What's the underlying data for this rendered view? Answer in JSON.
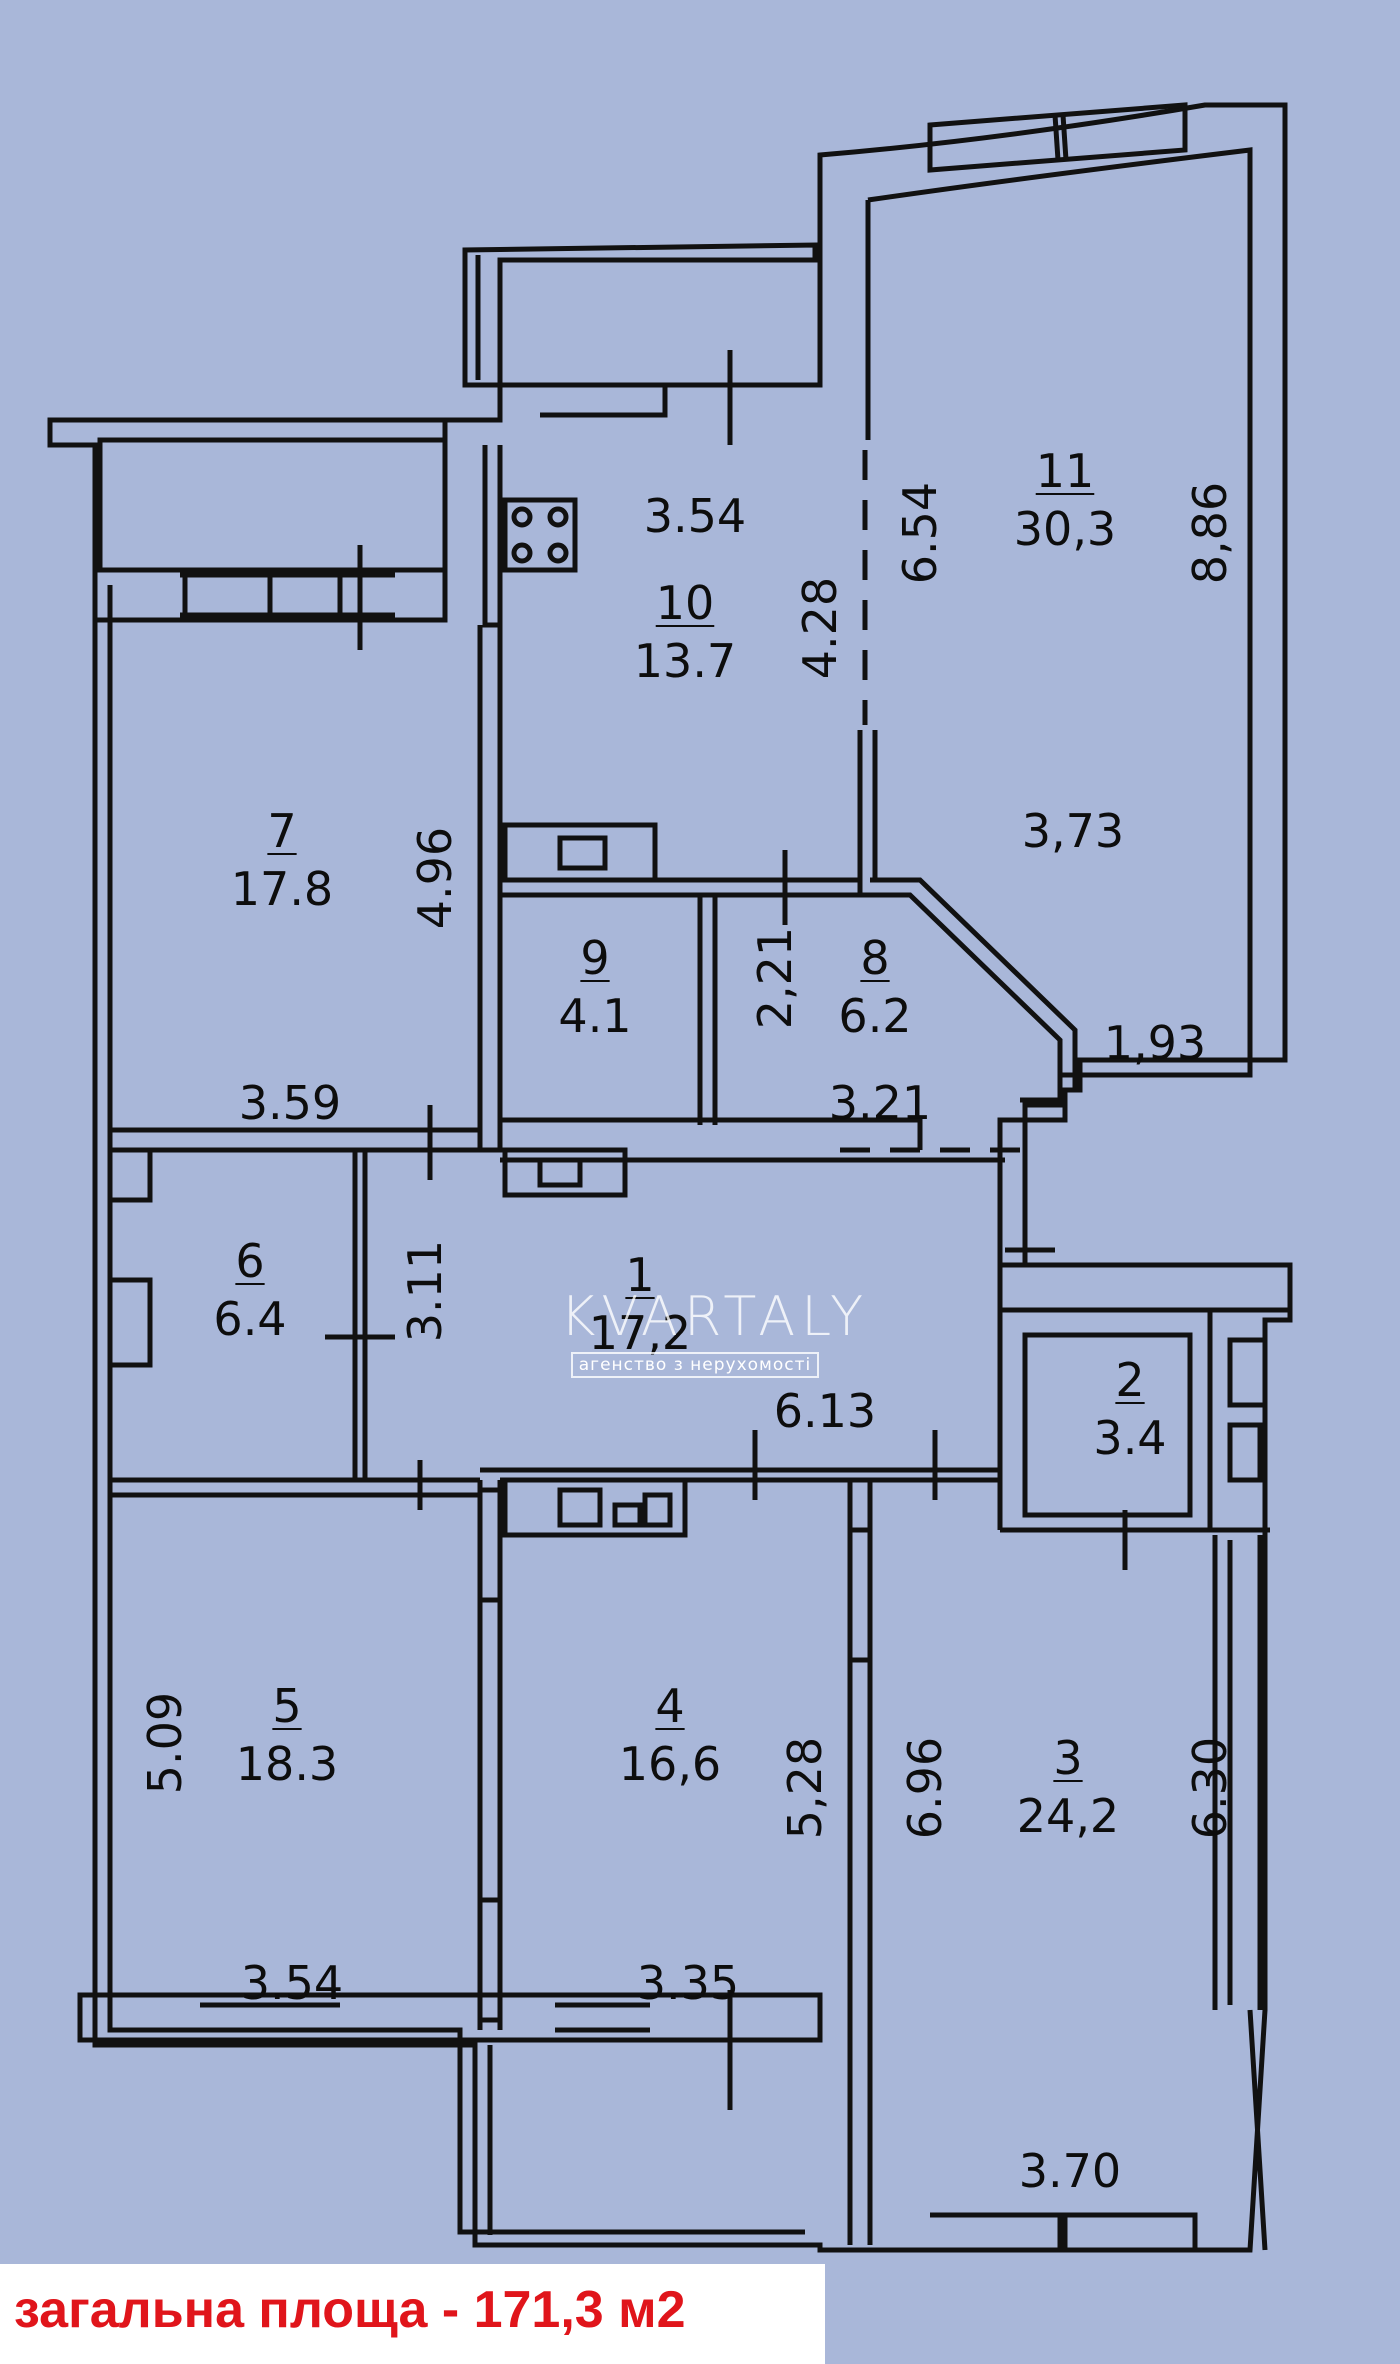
{
  "rooms": [
    {
      "id": "1",
      "number": "1",
      "area": "17,2"
    },
    {
      "id": "2",
      "number": "2",
      "area": "3.4"
    },
    {
      "id": "3",
      "number": "3",
      "area": "24,2"
    },
    {
      "id": "4",
      "number": "4",
      "area": "16,6"
    },
    {
      "id": "5",
      "number": "5",
      "area": "18.3"
    },
    {
      "id": "6",
      "number": "6",
      "area": "6.4"
    },
    {
      "id": "7",
      "number": "7",
      "area": "17.8"
    },
    {
      "id": "8",
      "number": "8",
      "area": "6.2"
    },
    {
      "id": "9",
      "number": "9",
      "area": "4.1"
    },
    {
      "id": "10",
      "number": "10",
      "area": "13.7"
    },
    {
      "id": "11",
      "number": "11",
      "area": "30,3"
    }
  ],
  "dimensions": {
    "d_3_54_top": "3.54",
    "d_4_28": "4.28",
    "d_6_54": "6.54",
    "d_8_86": "8,86",
    "d_3_73": "3,73",
    "d_1_93": "1,93",
    "d_4_96": "4.96",
    "d_3_59": "3.59",
    "d_2_21": "2,21",
    "d_3_21": "3.21",
    "d_3_11": "3.11",
    "d_6_13": "6.13",
    "d_5_09": "5.09",
    "d_3_54_bottom": "3.54",
    "d_5_28": "5,28",
    "d_3_35": "3.35",
    "d_6_96": "6.96",
    "d_6_30": "6.30",
    "d_3_70": "3.70"
  },
  "watermark": {
    "brand": "KVARTALY",
    "tagline": "агенство з нерухомості"
  },
  "footer": {
    "total_area": "загальна площа - 171,3 м2"
  },
  "colors": {
    "background": "#a9b7d9",
    "walls": "#111111",
    "footer_text": "#e0151b"
  }
}
